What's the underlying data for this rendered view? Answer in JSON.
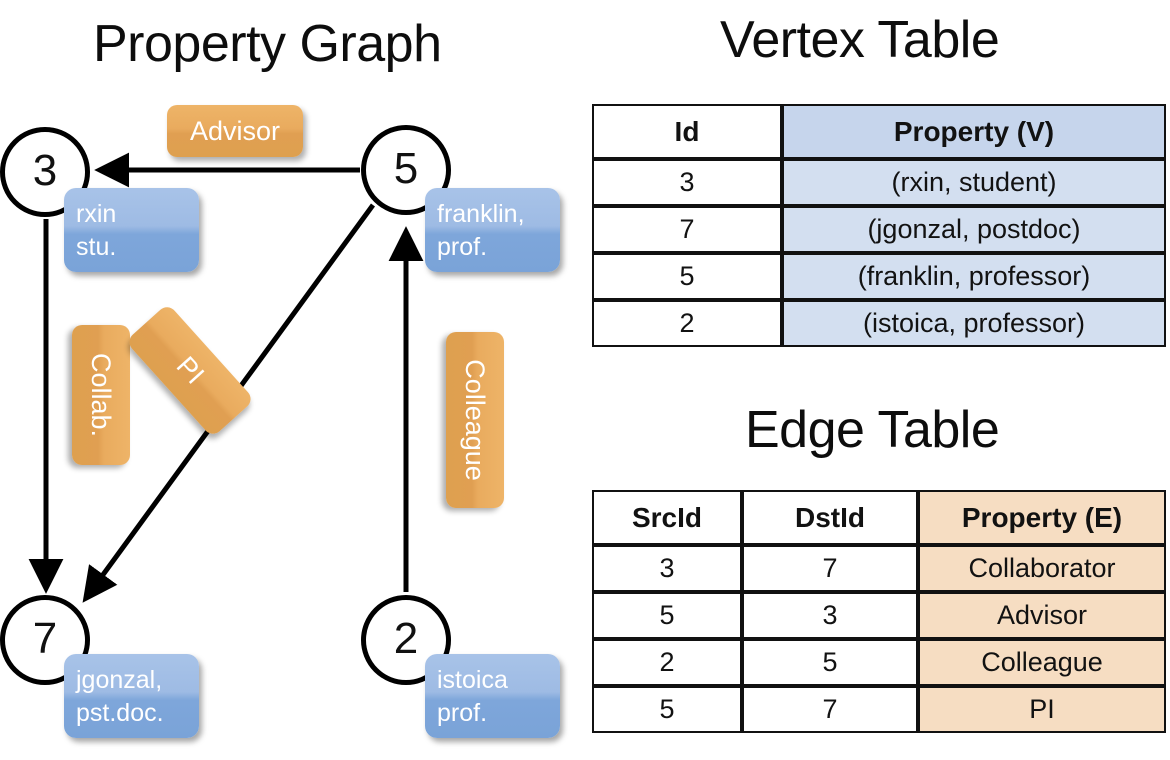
{
  "titles": {
    "property_graph": "Property Graph",
    "vertex_table": "Vertex Table",
    "edge_table": "Edge Table"
  },
  "graph": {
    "nodes": [
      {
        "id": "3",
        "property": "rxin\nstu."
      },
      {
        "id": "5",
        "property": "franklin,\nprof."
      },
      {
        "id": "7",
        "property": "jgonzal,\npst.doc."
      },
      {
        "id": "2",
        "property": "istoica\nprof."
      }
    ],
    "node_labels": {
      "n3": "3",
      "n5": "5",
      "n7": "7",
      "n2": "2"
    },
    "properties": {
      "rxin_line1": "rxin",
      "rxin_line2": "stu.",
      "franklin_line1": "franklin,",
      "franklin_line2": "prof.",
      "jgonzal_line1": "jgonzal,",
      "jgonzal_line2": "pst.doc.",
      "istoica_line1": "istoica",
      "istoica_line2": "prof."
    },
    "edge_labels": {
      "advisor": "Advisor",
      "collab": "Collab.",
      "pi": "PI",
      "colleague": "Colleague"
    },
    "edges": [
      {
        "src": "5",
        "dst": "3",
        "label": "Advisor"
      },
      {
        "src": "3",
        "dst": "7",
        "label": "Collab."
      },
      {
        "src": "5",
        "dst": "7",
        "label": "PI"
      },
      {
        "src": "2",
        "dst": "5",
        "label": "Colleague"
      }
    ]
  },
  "vertex_table": {
    "headers": [
      "Id",
      "Property (V)"
    ],
    "rows": [
      {
        "id": "3",
        "property": "(rxin, student)"
      },
      {
        "id": "7",
        "property": "(jgonzal, postdoc)"
      },
      {
        "id": "5",
        "property": "(franklin, professor)"
      },
      {
        "id": "2",
        "property": "(istoica, professor)"
      }
    ]
  },
  "edge_table": {
    "headers": [
      "SrcId",
      "DstId",
      "Property (E)"
    ],
    "rows": [
      {
        "src": "3",
        "dst": "7",
        "property": "Collaborator"
      },
      {
        "src": "5",
        "dst": "3",
        "property": "Advisor"
      },
      {
        "src": "2",
        "dst": "5",
        "property": "Colleague"
      },
      {
        "src": "5",
        "dst": "7",
        "property": "PI"
      }
    ]
  },
  "colors": {
    "vertex_property_fill": "#d3dff0",
    "edge_property_fill": "#f6ddc2",
    "node_property_box": "#7ea6da",
    "edge_label_box": "#e9ab5e",
    "stroke": "#111111",
    "background": "#ffffff"
  }
}
